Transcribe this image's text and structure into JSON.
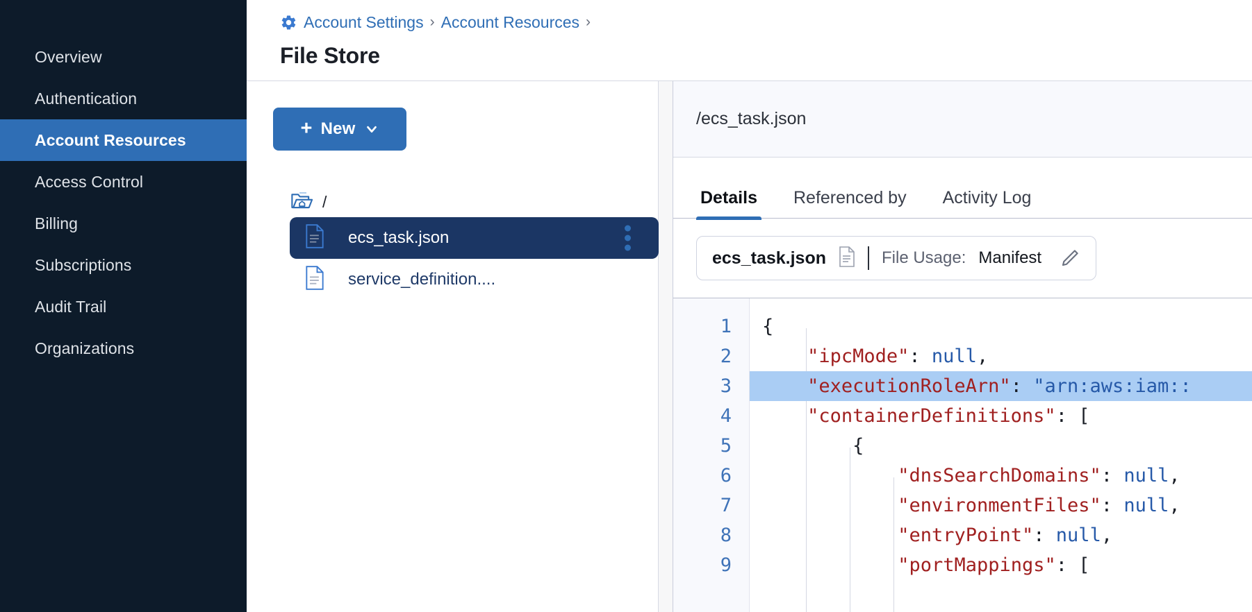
{
  "sidebar": {
    "items": [
      {
        "label": "Overview",
        "active": false
      },
      {
        "label": "Authentication",
        "active": false
      },
      {
        "label": "Account Resources",
        "active": true
      },
      {
        "label": "Access Control",
        "active": false
      },
      {
        "label": "Billing",
        "active": false
      },
      {
        "label": "Subscriptions",
        "active": false
      },
      {
        "label": "Audit Trail",
        "active": false
      },
      {
        "label": "Organizations",
        "active": false
      }
    ]
  },
  "header": {
    "gear_icon": "gear-icon",
    "breadcrumb": [
      {
        "label": "Account Settings"
      },
      {
        "label": "Account Resources"
      }
    ],
    "separator": "›",
    "trailing_separator": "›",
    "title": "File Store"
  },
  "tree_pane": {
    "new_button": {
      "plus": "+",
      "label": "New",
      "chevron_icon": "chevron-down-icon"
    },
    "root": {
      "icon": "folder-home-icon",
      "label": "/"
    },
    "files": [
      {
        "name": "ecs_task.json",
        "icon": "file-json-icon",
        "selected": true,
        "kebab_icon": "kebab-menu-icon"
      },
      {
        "name": "service_definition....",
        "icon": "file-json-icon",
        "selected": false
      }
    ]
  },
  "detail_pane": {
    "file_path": "/ecs_task.json",
    "tabs": [
      {
        "label": "Details",
        "active": true
      },
      {
        "label": "Referenced by",
        "active": false
      },
      {
        "label": "Activity Log",
        "active": false
      }
    ],
    "usage_card": {
      "file_name": "ecs_task.json",
      "doc_icon": "document-icon",
      "usage_label": "File Usage:",
      "usage_value": "Manifest",
      "edit_icon": "pencil-edit-icon"
    },
    "editor": {
      "highlighted_line": 3,
      "lines": [
        {
          "n": "1",
          "text": "{"
        },
        {
          "n": "2",
          "text": "    \"ipcMode\": null,"
        },
        {
          "n": "3",
          "text": "    \"executionRoleArn\": \"arn:aws:iam::"
        },
        {
          "n": "4",
          "text": "    \"containerDefinitions\": ["
        },
        {
          "n": "5",
          "text": "        {"
        },
        {
          "n": "6",
          "text": "            \"dnsSearchDomains\": null,"
        },
        {
          "n": "7",
          "text": "            \"environmentFiles\": null,"
        },
        {
          "n": "8",
          "text": "            \"entryPoint\": null,"
        },
        {
          "n": "9",
          "text": "            \"portMappings\": ["
        }
      ]
    }
  },
  "colors": {
    "sidebar_bg": "#0d1b2a",
    "accent_blue": "#2f6eb5",
    "selected_row": "#1b3664",
    "code_key": "#a02020",
    "code_value": "#2659a8",
    "highlight": "#aacdf4"
  }
}
